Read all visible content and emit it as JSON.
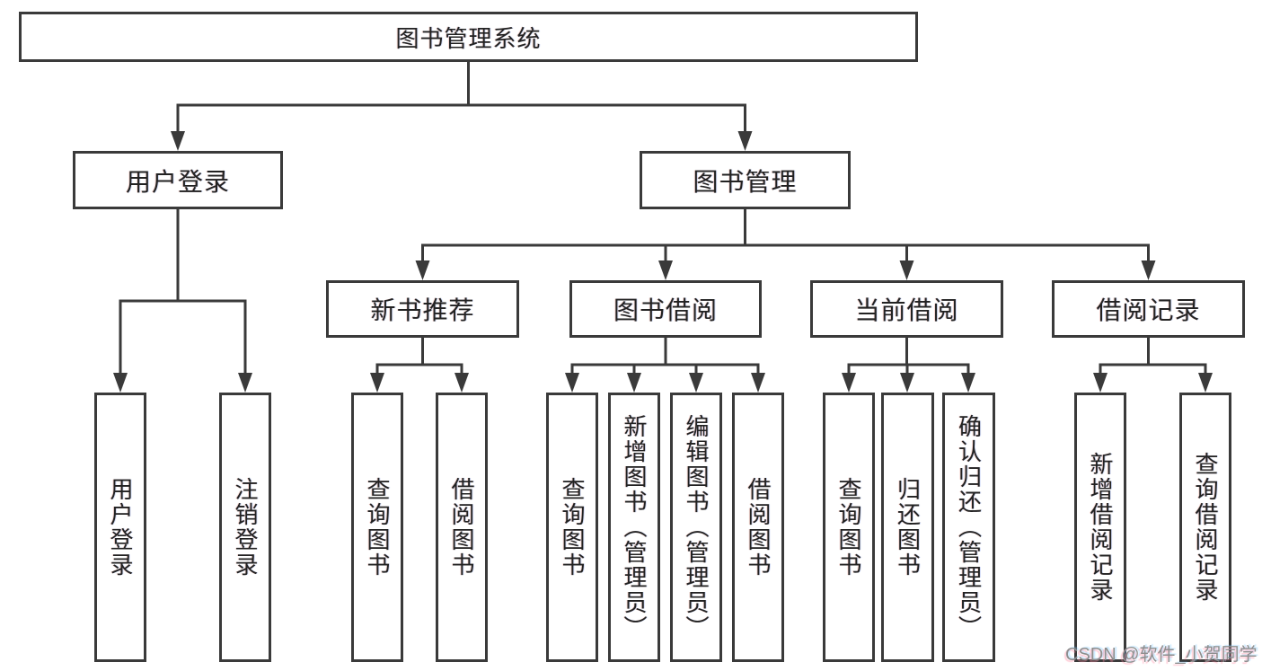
{
  "tree": {
    "root": "图书管理系统",
    "children": [
      {
        "label": "用户登录",
        "children": [
          {
            "label": "用户登录"
          },
          {
            "label": "注销登录"
          }
        ]
      },
      {
        "label": "图书管理",
        "children": [
          {
            "label": "新书推荐",
            "children": [
              {
                "label": "查询图书"
              },
              {
                "label": "借阅图书"
              }
            ]
          },
          {
            "label": "图书借阅",
            "children": [
              {
                "label": "查询图书"
              },
              {
                "label": "新增图书（管理员）"
              },
              {
                "label": "编辑图书（管理员）"
              },
              {
                "label": "借阅图书"
              }
            ]
          },
          {
            "label": "当前借阅",
            "children": [
              {
                "label": "查询图书"
              },
              {
                "label": "归还图书"
              },
              {
                "label": "确认归还（管理员）"
              }
            ]
          },
          {
            "label": "借阅记录",
            "children": [
              {
                "label": "新增借阅记录"
              },
              {
                "label": "查询借阅记录"
              }
            ]
          }
        ]
      }
    ]
  },
  "watermark": "CSDN @软件_小贺同学",
  "colors": {
    "line": "#3a3a3a",
    "text": "#222222",
    "watermark": "#8e8e8e",
    "background": "#ffffff"
  }
}
